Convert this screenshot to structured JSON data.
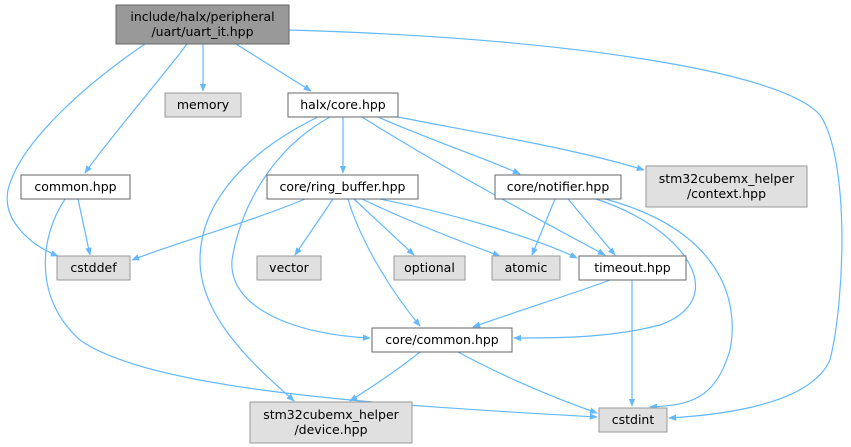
{
  "colors": {
    "edge": "#63b8ff",
    "root_fill": "#999999",
    "root_stroke": "#666666",
    "file_fill": "#ffffff",
    "file_stroke": "#666666",
    "external_fill": "#e0e0e0",
    "external_stroke": "#999999"
  },
  "nodes": [
    {
      "id": "uart_it",
      "kind": "root",
      "lines": [
        "include/halx/peripheral",
        "/uart/uart_it.hpp"
      ]
    },
    {
      "id": "memory",
      "kind": "external",
      "lines": [
        "memory"
      ]
    },
    {
      "id": "halx_core",
      "kind": "file",
      "lines": [
        "halx/core.hpp"
      ]
    },
    {
      "id": "common",
      "kind": "file",
      "lines": [
        "common.hpp"
      ]
    },
    {
      "id": "ring_buffer",
      "kind": "file",
      "lines": [
        "core/ring_buffer.hpp"
      ]
    },
    {
      "id": "notifier",
      "kind": "file",
      "lines": [
        "core/notifier.hpp"
      ]
    },
    {
      "id": "context",
      "kind": "external",
      "lines": [
        "stm32cubemx_helper",
        "/context.hpp"
      ]
    },
    {
      "id": "cstddef",
      "kind": "external",
      "lines": [
        "cstddef"
      ]
    },
    {
      "id": "vector",
      "kind": "external",
      "lines": [
        "vector"
      ]
    },
    {
      "id": "optional",
      "kind": "external",
      "lines": [
        "optional"
      ]
    },
    {
      "id": "atomic",
      "kind": "external",
      "lines": [
        "atomic"
      ]
    },
    {
      "id": "timeout",
      "kind": "file",
      "lines": [
        "timeout.hpp"
      ]
    },
    {
      "id": "core_common",
      "kind": "file",
      "lines": [
        "core/common.hpp"
      ]
    },
    {
      "id": "device",
      "kind": "external",
      "lines": [
        "stm32cubemx_helper",
        "/device.hpp"
      ]
    },
    {
      "id": "cstdint",
      "kind": "external",
      "lines": [
        "cstdint"
      ]
    }
  ],
  "edges": [
    {
      "from": "uart_it",
      "to": "memory"
    },
    {
      "from": "uart_it",
      "to": "halx_core"
    },
    {
      "from": "uart_it",
      "to": "common"
    },
    {
      "from": "uart_it",
      "to": "cstddef"
    },
    {
      "from": "uart_it",
      "to": "cstdint"
    },
    {
      "from": "halx_core",
      "to": "ring_buffer"
    },
    {
      "from": "halx_core",
      "to": "notifier"
    },
    {
      "from": "halx_core",
      "to": "context"
    },
    {
      "from": "halx_core",
      "to": "timeout"
    },
    {
      "from": "halx_core",
      "to": "core_common"
    },
    {
      "from": "halx_core",
      "to": "device"
    },
    {
      "from": "common",
      "to": "cstddef"
    },
    {
      "from": "common",
      "to": "cstdint"
    },
    {
      "from": "ring_buffer",
      "to": "cstddef"
    },
    {
      "from": "ring_buffer",
      "to": "vector"
    },
    {
      "from": "ring_buffer",
      "to": "optional"
    },
    {
      "from": "ring_buffer",
      "to": "atomic"
    },
    {
      "from": "ring_buffer",
      "to": "timeout"
    },
    {
      "from": "ring_buffer",
      "to": "core_common"
    },
    {
      "from": "notifier",
      "to": "atomic"
    },
    {
      "from": "notifier",
      "to": "timeout"
    },
    {
      "from": "notifier",
      "to": "core_common"
    },
    {
      "from": "notifier",
      "to": "cstdint"
    },
    {
      "from": "timeout",
      "to": "core_common"
    },
    {
      "from": "timeout",
      "to": "cstdint"
    },
    {
      "from": "core_common",
      "to": "device"
    },
    {
      "from": "core_common",
      "to": "cstdint"
    }
  ]
}
